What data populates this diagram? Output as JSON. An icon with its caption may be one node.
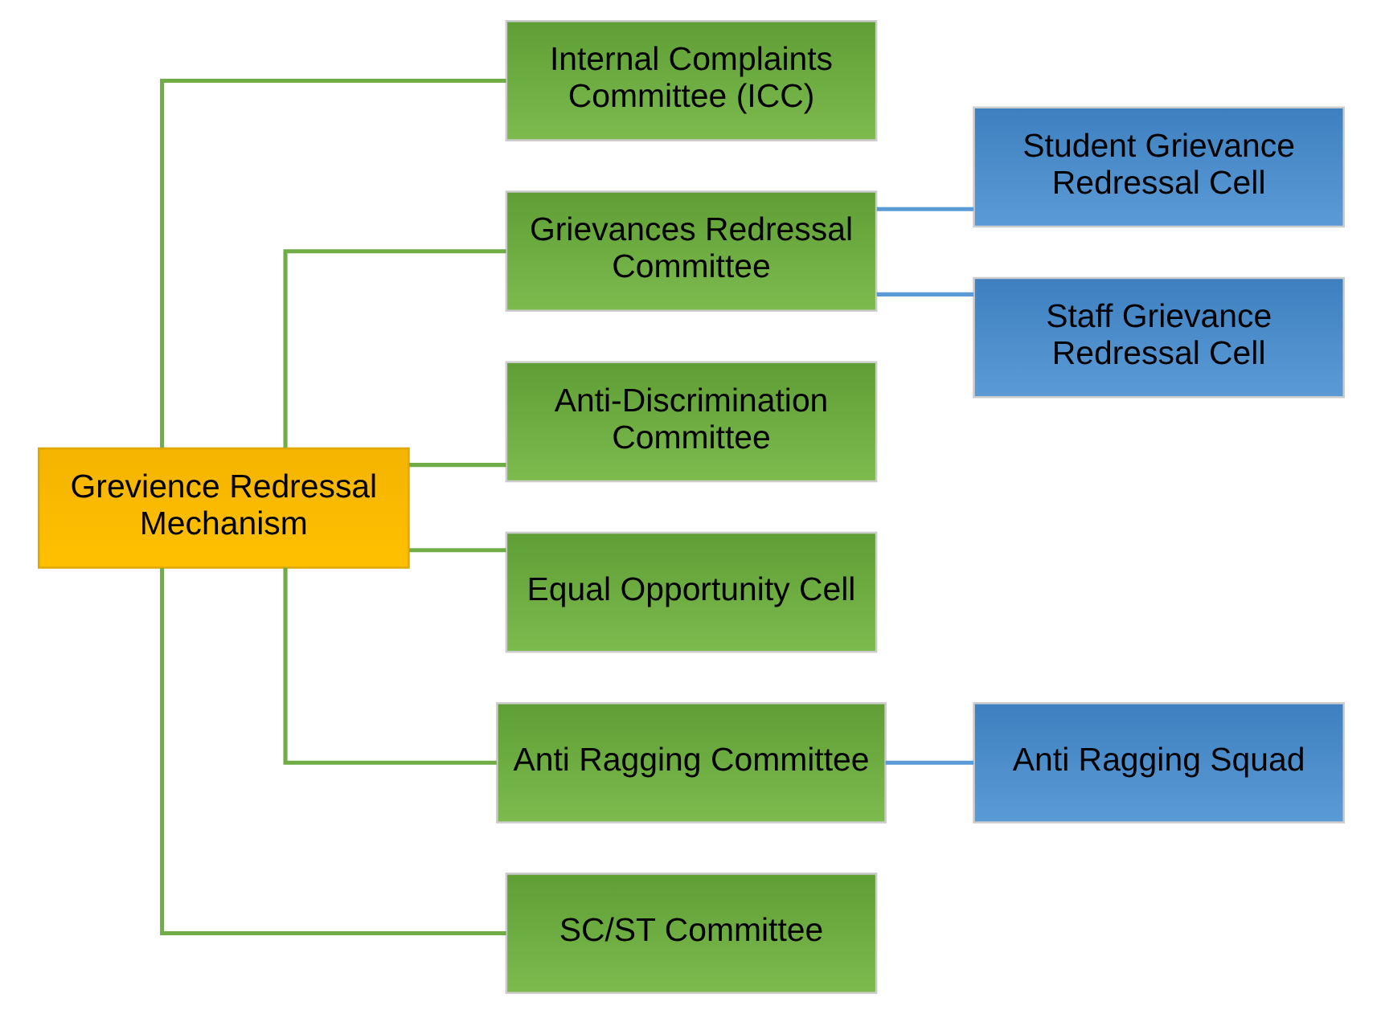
{
  "diagram": {
    "nodes": [
      {
        "text": [
          "Grevience Redressal Mechanism"
        ]
      },
      {
        "text": [
          "Internal Complaints Committee (ICC)"
        ]
      },
      {
        "text": [
          "Grievances Redressal Committee"
        ]
      },
      {
        "text": [
          "Anti-Discrimination Committee"
        ]
      },
      {
        "text": [
          "Equal Opportunity Cell"
        ]
      },
      {
        "text": [
          "Anti Ragging Committee"
        ]
      },
      {
        "text": [
          "SC/ST Committee"
        ]
      },
      {
        "text": [
          "Student Grievance Redressal Cell"
        ]
      },
      {
        "text": [
          "Staff Grievance Redressal Cell"
        ]
      },
      {
        "text": [
          "Anti Ragging Squad"
        ]
      }
    ],
    "edges": [
      {
        "from": 0,
        "to": 1,
        "arrow": "none"
      },
      {
        "from": 0,
        "to": 2,
        "arrow": "none"
      },
      {
        "from": 0,
        "to": 3,
        "arrow": "none"
      },
      {
        "from": 0,
        "to": 4,
        "arrow": "none"
      },
      {
        "from": 0,
        "to": 5,
        "arrow": "none"
      },
      {
        "from": 0,
        "to": 6,
        "arrow": "none"
      },
      {
        "from": 2,
        "to": 7,
        "arrow": "none",
        "color": "#5b9bd5"
      },
      {
        "from": 2,
        "to": 8,
        "arrow": "none",
        "color": "#5b9bd5"
      },
      {
        "from": 5,
        "to": 9,
        "arrow": "none",
        "color": "#5b9bd5"
      }
    ]
  }
}
